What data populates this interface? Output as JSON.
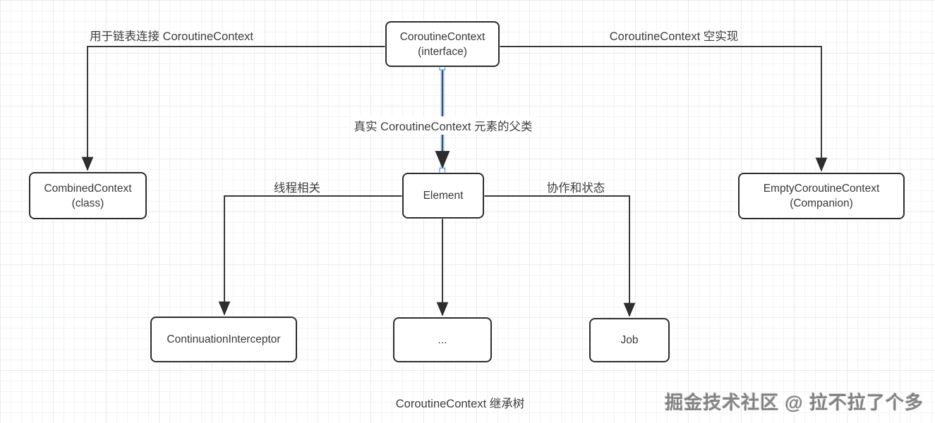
{
  "diagram": {
    "title": "CoroutineContext 继承树",
    "nodes": [
      {
        "id": "coroutine-context",
        "line1": "CoroutineContext",
        "line2": "(interface)"
      },
      {
        "id": "combined-context",
        "line1": "CombinedContext",
        "line2": "(class)"
      },
      {
        "id": "element",
        "line1": "Element",
        "line2": ""
      },
      {
        "id": "empty-coroutine-context",
        "line1": "EmptyCoroutineContext",
        "line2": "(Companion)"
      },
      {
        "id": "continuation-interceptor",
        "line1": "ContinuationInterceptor",
        "line2": ""
      },
      {
        "id": "ellipsis",
        "line1": "...",
        "line2": ""
      },
      {
        "id": "job",
        "line1": "Job",
        "line2": ""
      }
    ],
    "edge_labels": {
      "linked_list": "用于链表连接 CoroutineContext",
      "empty_impl": "CoroutineContext 空实现",
      "parent_of_elements": "真实 CoroutineContext 元素的父类",
      "thread_related": "线程相关",
      "coop_and_state": "协作和状态"
    },
    "caption": "CoroutineContext 继承树",
    "watermark": "掘金技术社区 @ 拉不拉了个多",
    "colors": {
      "node_border": "#2d2d2d",
      "edge_stroke": "#3a3a3a",
      "selected_edge_stroke": "#36537a",
      "selected_edge_halo": "#bcd6ef",
      "connection_handle_border": "#6ba7e5",
      "grid_minor": "#f3f4f6",
      "grid_major": "#e9ebee",
      "watermark_gray": "#696969"
    }
  }
}
